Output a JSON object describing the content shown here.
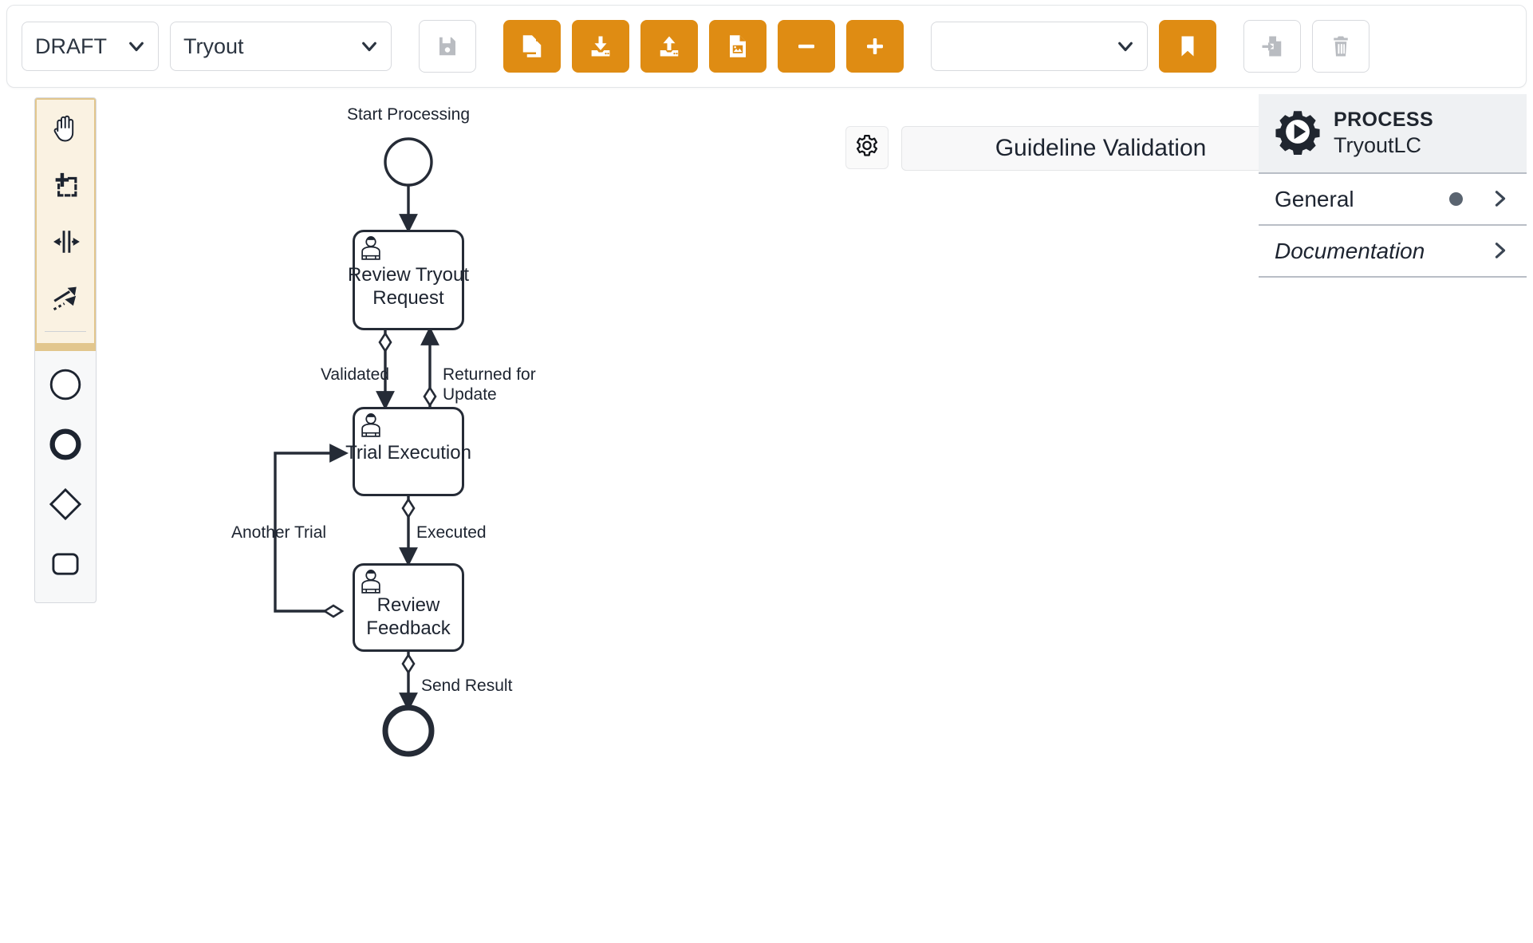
{
  "toolbar": {
    "status_select": {
      "value": "DRAFT",
      "icon": "chevron-down-icon"
    },
    "model_select": {
      "value": "Tryout",
      "icon": "chevron-down-icon"
    },
    "version_select": {
      "value": "",
      "icon": "chevron-down-icon"
    },
    "buttons": [
      {
        "name": "save-button",
        "icon": "floppy-disk-icon",
        "style": "ghost"
      },
      {
        "name": "copy-button",
        "icon": "copy-icon",
        "style": "primary"
      },
      {
        "name": "download-button",
        "icon": "download-icon",
        "style": "primary"
      },
      {
        "name": "upload-button",
        "icon": "upload-icon",
        "style": "primary"
      },
      {
        "name": "export-image-button",
        "icon": "image-file-icon",
        "style": "primary"
      },
      {
        "name": "zoom-out-button",
        "icon": "minus-icon",
        "style": "primary"
      },
      {
        "name": "zoom-in-button",
        "icon": "plus-icon",
        "style": "primary"
      },
      {
        "name": "bookmark-button",
        "icon": "bookmark-icon",
        "style": "primary"
      },
      {
        "name": "import-button",
        "icon": "file-import-icon",
        "style": "ghost"
      },
      {
        "name": "delete-button",
        "icon": "trash-icon",
        "style": "ghost"
      }
    ]
  },
  "palette": {
    "tools": [
      {
        "name": "pan-tool",
        "icon": "hand-icon"
      },
      {
        "name": "marquee-select-tool",
        "icon": "crosshair-select-icon"
      },
      {
        "name": "spacing-tool",
        "icon": "horizontal-spacing-icon"
      },
      {
        "name": "connect-tool",
        "icon": "arrows-connect-icon"
      }
    ],
    "shapes": [
      {
        "name": "start-event-shape",
        "icon": "thin-circle-icon"
      },
      {
        "name": "end-event-shape",
        "icon": "thick-circle-icon"
      },
      {
        "name": "gateway-shape",
        "icon": "diamond-icon"
      },
      {
        "name": "task-shape",
        "icon": "rounded-rect-icon"
      }
    ]
  },
  "canvas": {
    "gear_button": {
      "name": "settings-gear-button",
      "icon": "gear-icon"
    },
    "guideline_pill": {
      "label": "Guideline Validation"
    }
  },
  "sidebar": {
    "header": {
      "kind": "PROCESS",
      "name": "TryoutLC",
      "icon": "process-gear-play-icon"
    },
    "rows": [
      {
        "label": "General",
        "italic": false,
        "has_dot": true,
        "chevron": "chevron-right-icon"
      },
      {
        "label": "Documentation",
        "italic": true,
        "has_dot": false,
        "chevron": "chevron-right-icon"
      }
    ]
  },
  "diagram": {
    "start_event_label": "Start Processing",
    "nodes": [
      {
        "id": "review-tryout-request",
        "label": "Review Tryout\nRequest",
        "type": "user-task"
      },
      {
        "id": "trial-execution",
        "label": "Trial Execution",
        "type": "user-task"
      },
      {
        "id": "review-feedback",
        "label": "Review\nFeedback",
        "type": "user-task"
      }
    ],
    "edge_labels": [
      {
        "id": "validated",
        "text": "Validated"
      },
      {
        "id": "returned",
        "text": "Returned for\nUpdate"
      },
      {
        "id": "another",
        "text": "Another Trial"
      },
      {
        "id": "executed",
        "text": "Executed"
      },
      {
        "id": "send-result",
        "text": "Send Result"
      }
    ]
  },
  "colors": {
    "accent_orange": "#df8c13",
    "palette_tool_bg": "#faf2e2",
    "palette_tool_border": "#e2c68d",
    "stroke_dark": "#252b36",
    "sidebar_header_bg": "#eff1f3"
  }
}
